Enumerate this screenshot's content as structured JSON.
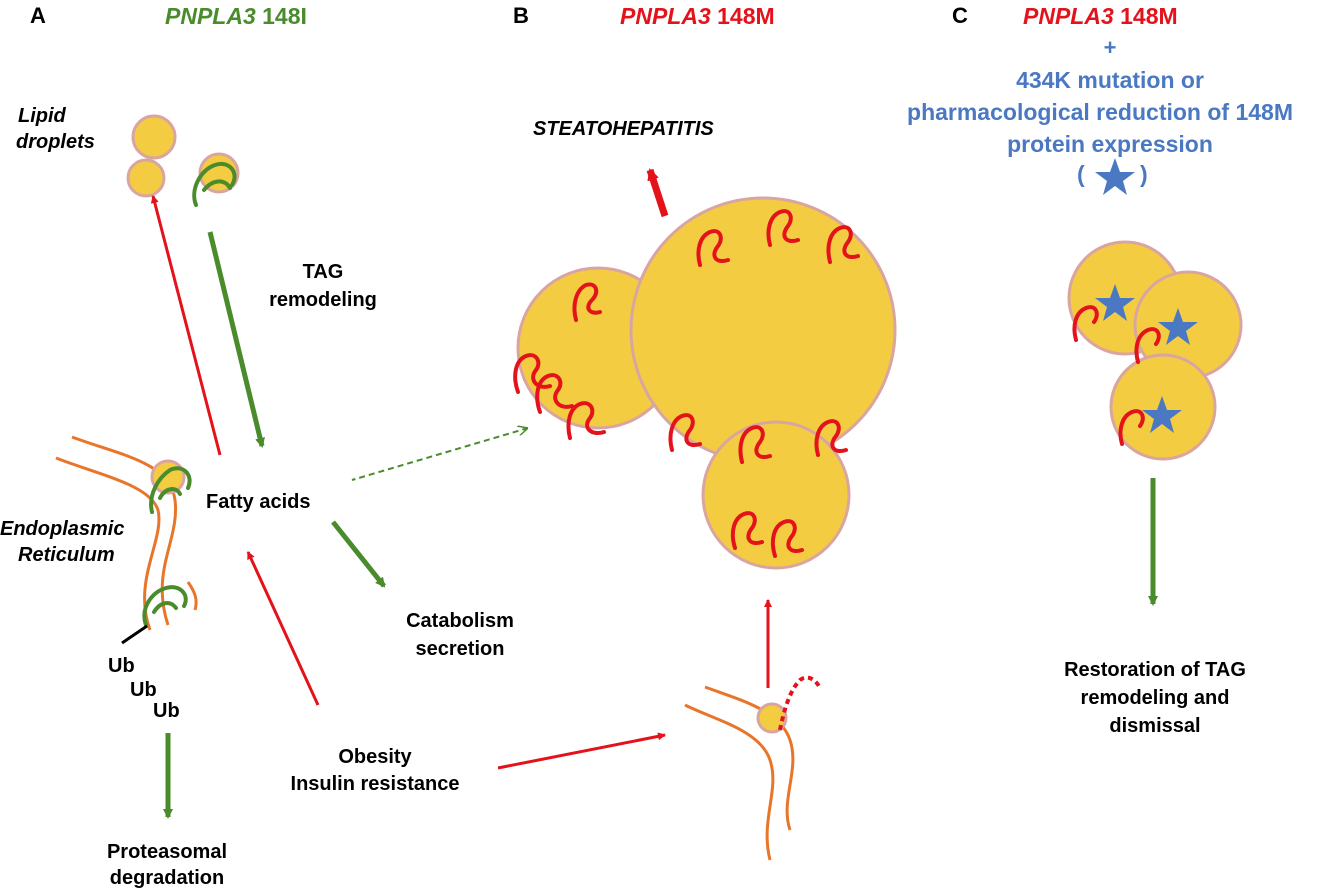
{
  "panels": {
    "a": {
      "letter": "A",
      "gene": "PNPLA3",
      "variant": "148I",
      "lipid_droplets": [
        "Lipid",
        "droplets"
      ],
      "tag_remodeling": [
        "TAG",
        "remodeling"
      ],
      "fatty_acids": "Fatty acids",
      "er": [
        "Endoplasmic",
        "Reticulum"
      ],
      "ub": "Ub",
      "catabolism": [
        "Catabolism",
        "secretion"
      ],
      "obesity": [
        "Obesity",
        "Insulin resistance"
      ],
      "proteasomal": [
        "Proteasomal",
        "degradation"
      ]
    },
    "b": {
      "letter": "B",
      "gene": "PNPLA3",
      "variant": "148M",
      "steatohepatitis": "STEATOHEPATITIS"
    },
    "c": {
      "letter": "C",
      "gene": "PNPLA3",
      "variant": "148M",
      "plus": "+",
      "mutation": [
        "434K mutation or",
        "pharmacological reduction of 148M",
        "protein expression"
      ],
      "paren_open": "(",
      "paren_close": ")",
      "restoration": [
        "Restoration of TAG",
        "remodeling and",
        "dismissal"
      ]
    }
  },
  "colors": {
    "red": "#e3121b",
    "green": "#4a8b2c",
    "blue": "#4a78c2",
    "orange": "#e8762a",
    "droplet_fill": "#f3cc42",
    "droplet_stroke": "#d9a5a0"
  }
}
